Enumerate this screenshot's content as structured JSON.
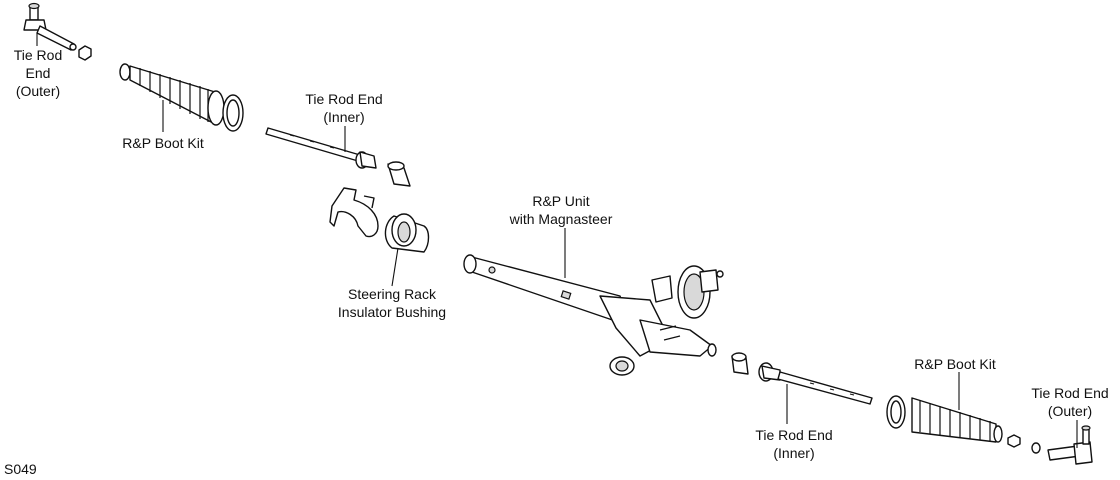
{
  "diagram": {
    "labels": {
      "tie_rod_end_outer_left": "Tie Rod End\n(Outer)",
      "rp_boot_kit_left": "R&P Boot Kit",
      "tie_rod_end_inner_top": "Tie Rod End\n(Inner)",
      "rp_unit": "R&P Unit\nwith Magnasteer",
      "steering_rack_insulator_bushing": "Steering Rack\nInsulator Bushing",
      "rp_boot_kit_right": "R&P Boot Kit",
      "tie_rod_end_outer_right": "Tie Rod End\n(Outer)",
      "tie_rod_end_inner_bottom": "Tie Rod End\n(Inner)",
      "figure_code": "S049"
    }
  }
}
